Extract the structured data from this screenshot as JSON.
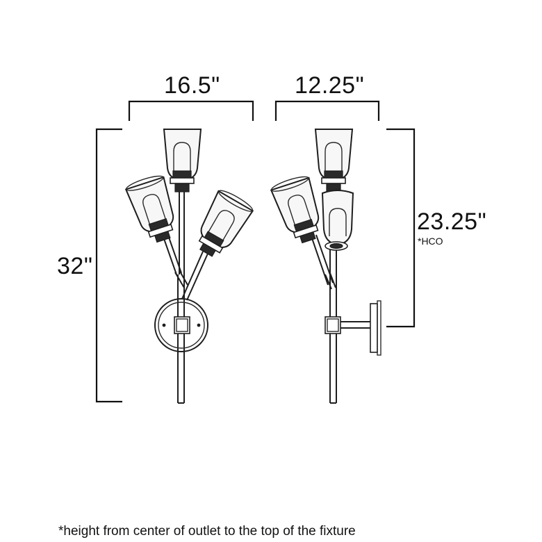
{
  "front_view": {
    "width_label": "16.5\"",
    "height_label": "32\""
  },
  "side_view": {
    "depth_label": "12.25\"",
    "hco_label": "23.25\"",
    "hco_tag": "*HCO"
  },
  "footnote": "*height from center of outlet to the top of the fixture"
}
